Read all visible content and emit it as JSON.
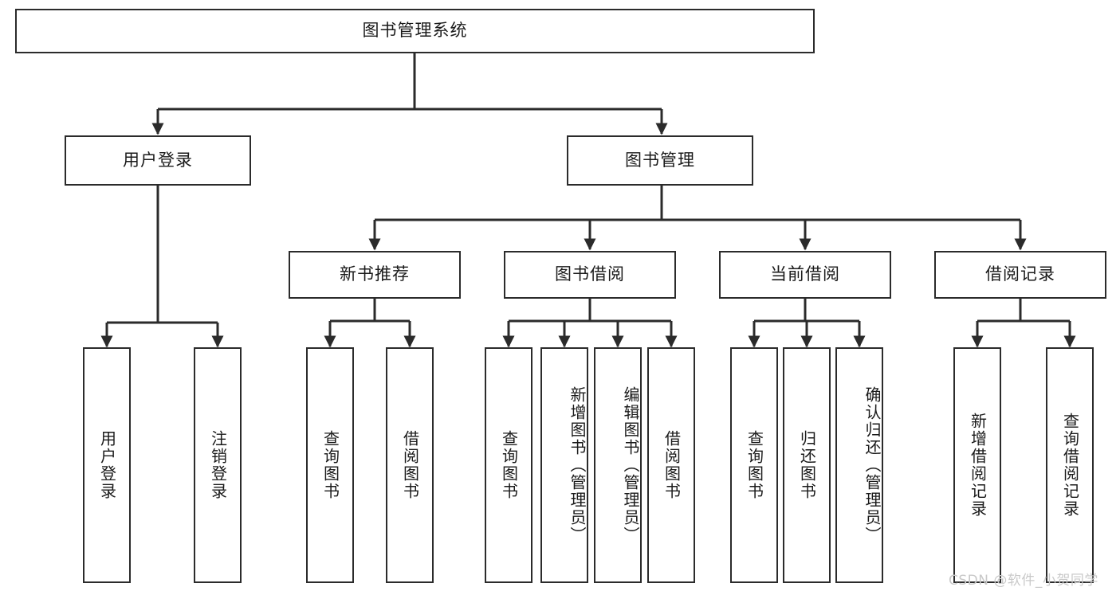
{
  "diagram": {
    "title": "图书管理系统",
    "type": "tree-hierarchy",
    "watermark": "CSDN @软件_小贺同学",
    "colors": {
      "stroke": "#2b2b2b",
      "fill": "#ffffff",
      "text": "#1a1a1a",
      "watermark": "#c9c9c9"
    },
    "levels": {
      "root": {
        "label": "图书管理系统"
      },
      "level1": [
        {
          "id": "user-login",
          "label": "用户登录"
        },
        {
          "id": "book-manage",
          "label": "图书管理"
        }
      ],
      "level2": [
        {
          "id": "new-book-rec",
          "label": "新书推荐",
          "parent": "book-manage"
        },
        {
          "id": "book-borrow",
          "label": "图书借阅",
          "parent": "book-manage"
        },
        {
          "id": "current-borrow",
          "label": "当前借阅",
          "parent": "book-manage"
        },
        {
          "id": "borrow-record",
          "label": "借阅记录",
          "parent": "book-manage"
        }
      ],
      "leaves": [
        {
          "id": "leaf-user-login",
          "label": "用户登录",
          "parent": "user-login"
        },
        {
          "id": "leaf-logout",
          "label": "注销登录",
          "parent": "user-login"
        },
        {
          "id": "leaf-query-book-1",
          "label": "查询图书",
          "parent": "new-book-rec"
        },
        {
          "id": "leaf-borrow-book-1",
          "label": "借阅图书",
          "parent": "new-book-rec"
        },
        {
          "id": "leaf-query-book-2",
          "label": "查询图书",
          "parent": "book-borrow"
        },
        {
          "id": "leaf-add-book",
          "label": "新增图书（管理员）",
          "parent": "book-borrow"
        },
        {
          "id": "leaf-edit-book",
          "label": "编辑图书（管理员）",
          "parent": "book-borrow"
        },
        {
          "id": "leaf-borrow-book-2",
          "label": "借阅图书",
          "parent": "book-borrow"
        },
        {
          "id": "leaf-query-book-3",
          "label": "查询图书",
          "parent": "current-borrow"
        },
        {
          "id": "leaf-return-book",
          "label": "归还图书",
          "parent": "current-borrow"
        },
        {
          "id": "leaf-confirm-return",
          "label": "确认归还（管理员）",
          "parent": "current-borrow"
        },
        {
          "id": "leaf-add-record",
          "label": "新增借阅记录",
          "parent": "borrow-record"
        },
        {
          "id": "leaf-query-record",
          "label": "查询借阅记录",
          "parent": "borrow-record"
        }
      ]
    }
  }
}
